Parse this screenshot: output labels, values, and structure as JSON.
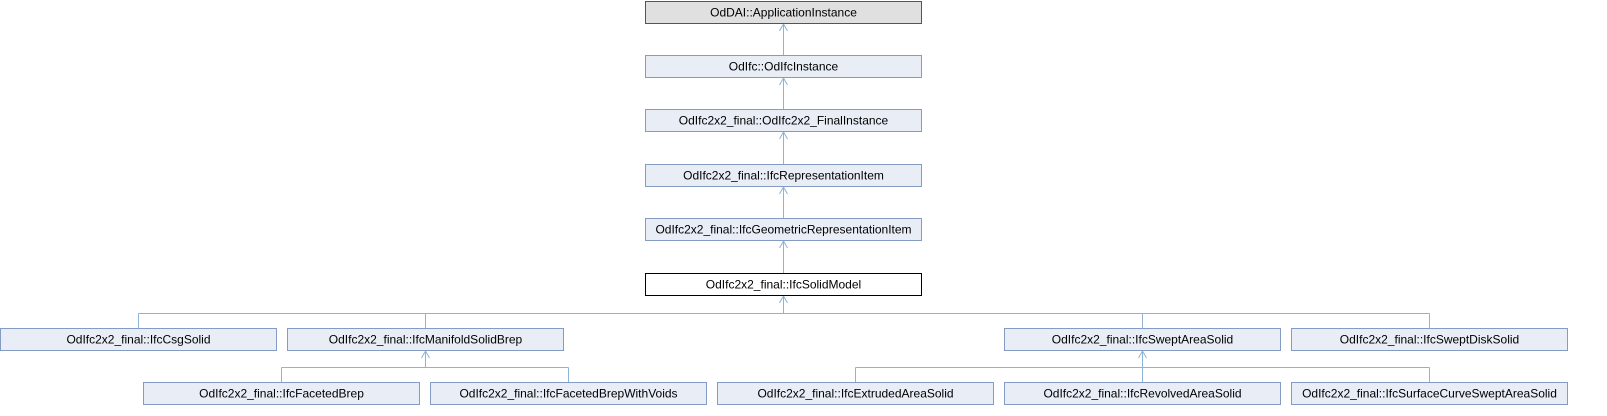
{
  "colors": {
    "node_fill": "#e8edf6",
    "node_border": "#849bc4",
    "root_fill": "#e0e0e0",
    "root_border": "#555555",
    "current_fill": "#ffffff",
    "current_border": "#000000",
    "edge": "#8fb3d6"
  },
  "nodes": [
    {
      "id": "app",
      "label": "OdDAI::ApplicationInstance",
      "kind": "root"
    },
    {
      "id": "ifcinst",
      "label": "OdIfc::OdIfcInstance",
      "kind": "normal"
    },
    {
      "id": "final",
      "label": "OdIfc2x2_final::OdIfc2x2_FinalInstance",
      "kind": "normal"
    },
    {
      "id": "repr",
      "label": "OdIfc2x2_final::IfcRepresentationItem",
      "kind": "normal"
    },
    {
      "id": "geom",
      "label": "OdIfc2x2_final::IfcGeometricRepresentationItem",
      "kind": "normal"
    },
    {
      "id": "solid",
      "label": "OdIfc2x2_final::IfcSolidModel",
      "kind": "current"
    },
    {
      "id": "csg",
      "label": "OdIfc2x2_final::IfcCsgSolid",
      "kind": "normal"
    },
    {
      "id": "manifold",
      "label": "OdIfc2x2_final::IfcManifoldSolidBrep",
      "kind": "normal"
    },
    {
      "id": "swept",
      "label": "OdIfc2x2_final::IfcSweptAreaSolid",
      "kind": "normal"
    },
    {
      "id": "disk",
      "label": "OdIfc2x2_final::IfcSweptDiskSolid",
      "kind": "normal"
    },
    {
      "id": "faceted",
      "label": "OdIfc2x2_final::IfcFacetedBrep",
      "kind": "normal"
    },
    {
      "id": "voids",
      "label": "OdIfc2x2_final::IfcFacetedBrepWithVoids",
      "kind": "normal"
    },
    {
      "id": "extruded",
      "label": "OdIfc2x2_final::IfcExtrudedAreaSolid",
      "kind": "normal"
    },
    {
      "id": "revolved",
      "label": "OdIfc2x2_final::IfcRevolvedAreaSolid",
      "kind": "normal"
    },
    {
      "id": "surface",
      "label": "OdIfc2x2_final::IfcSurfaceCurveSweptAreaSolid",
      "kind": "normal"
    }
  ],
  "edges": [
    {
      "parent": "app",
      "children": [
        "ifcinst"
      ]
    },
    {
      "parent": "ifcinst",
      "children": [
        "final"
      ]
    },
    {
      "parent": "final",
      "children": [
        "repr"
      ]
    },
    {
      "parent": "repr",
      "children": [
        "geom"
      ]
    },
    {
      "parent": "geom",
      "children": [
        "solid"
      ]
    },
    {
      "parent": "solid",
      "children": [
        "csg",
        "manifold",
        "swept",
        "disk"
      ]
    },
    {
      "parent": "manifold",
      "children": [
        "faceted",
        "voids"
      ]
    },
    {
      "parent": "swept",
      "children": [
        "extruded",
        "revolved",
        "surface"
      ]
    }
  ]
}
